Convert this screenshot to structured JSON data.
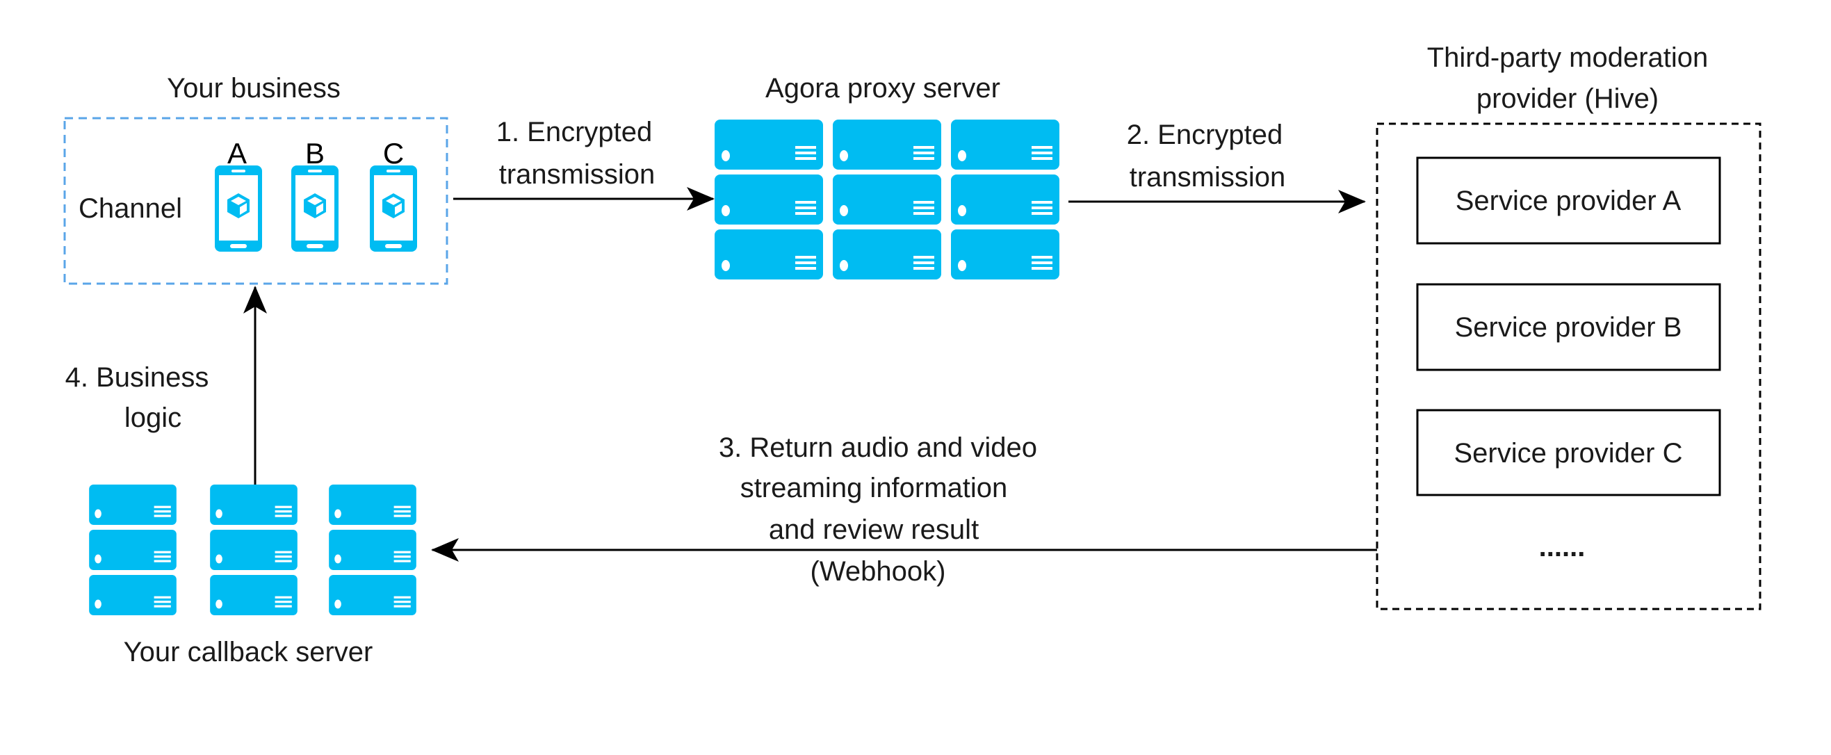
{
  "colors": {
    "server_blue": "#00BCF2",
    "server_detail": "#ffffff",
    "phone_blue": "#00BCF2",
    "business_border": "#5AA5E8",
    "provider_border": "#000000",
    "arrow": "#000000",
    "text": "#1a1a1a"
  },
  "business": {
    "title": "Your business",
    "channel_label": "Channel",
    "users": [
      {
        "label": "A",
        "icon": "smartphone-cube-icon"
      },
      {
        "label": "B",
        "icon": "smartphone-cube-icon"
      },
      {
        "label": "C",
        "icon": "smartphone-cube-icon"
      }
    ]
  },
  "proxy": {
    "title": "Agora proxy server",
    "icon": "server-rack-icon"
  },
  "provider": {
    "title_line1": "Third-party moderation",
    "title_line2": "provider (Hive)",
    "services": [
      "Service provider A",
      "Service provider B",
      "Service provider C"
    ],
    "more": "......"
  },
  "callback": {
    "title": "Your callback server",
    "icon": "server-rack-icon"
  },
  "steps": {
    "step1": [
      "1. Encrypted",
      "transmission"
    ],
    "step2": [
      "2. Encrypted",
      "transmission"
    ],
    "step3": [
      "3. Return audio and video",
      "streaming information",
      "and review result",
      "(Webhook)"
    ],
    "step4": [
      "4. Business",
      "logic"
    ]
  }
}
